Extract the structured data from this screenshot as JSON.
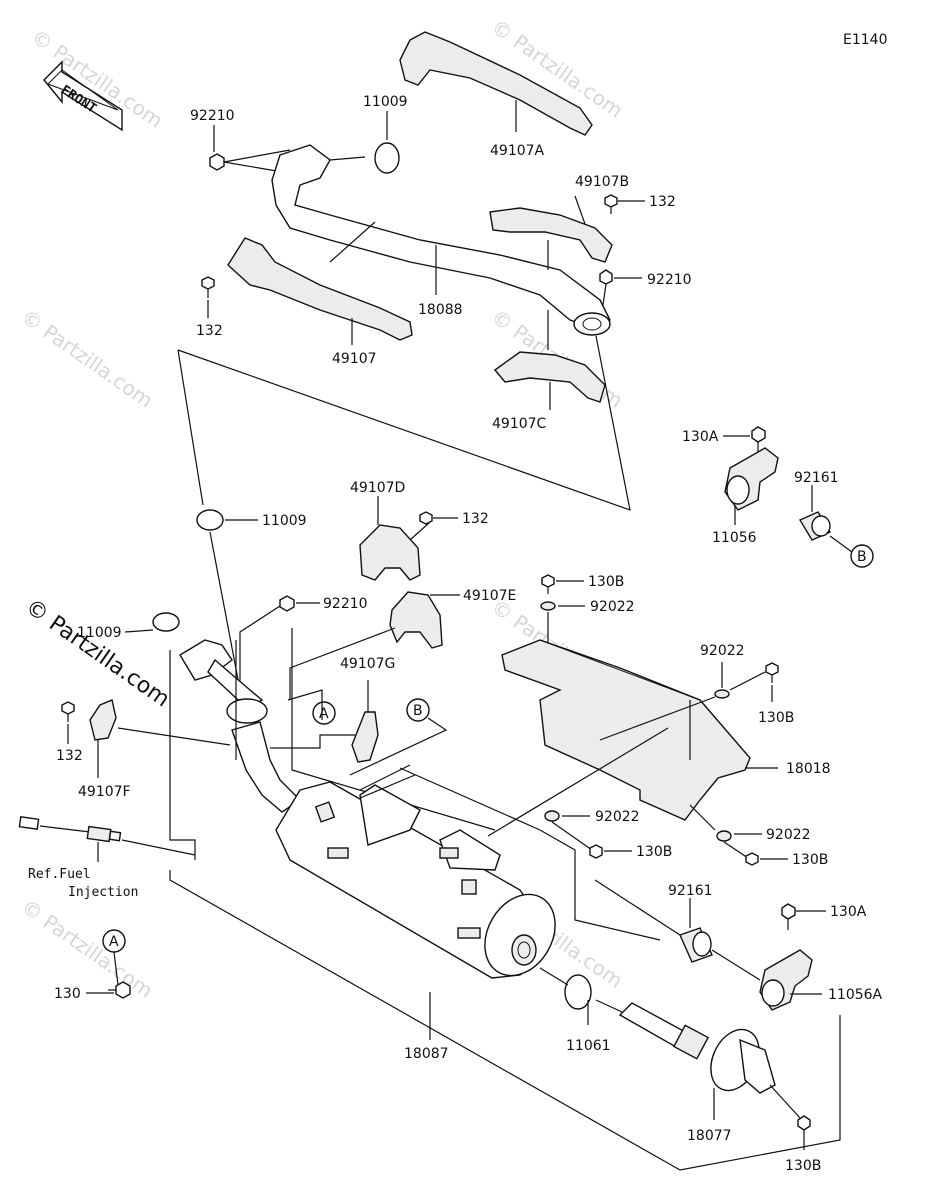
{
  "diagram_code": "E1140",
  "front_label": "FRONT",
  "watermark": "© Partzilla.com",
  "reference_note": {
    "line1": "Ref.Fuel",
    "line2": "Injection"
  },
  "part_labels": {
    "p49107A": "49107A",
    "p11009_top": "11009",
    "p92210_top": "92210",
    "p49107B": "49107B",
    "p132_b": "132",
    "p92210_mid": "92210",
    "p18088": "18088",
    "p132_left": "132",
    "p49107": "49107",
    "p49107C": "49107C",
    "p130A_top": "130A",
    "p92161_top": "92161",
    "p11056": "11056",
    "p49107D": "49107D",
    "p132_d": "132",
    "p11009_mid": "11009",
    "p92210_low": "92210",
    "p49107E": "49107E",
    "p130B_top": "130B",
    "p92022_top": "92022",
    "p11009_left": "11009",
    "p49107G": "49107G",
    "p92022_right": "92022",
    "p130B_right": "130B",
    "p132_f": "132",
    "p49107F": "49107F",
    "p18018": "18018",
    "p92022_lower": "92022",
    "p130B_lower": "130B",
    "p92022_lowright": "92022",
    "p130B_lowright": "130B",
    "p92161_low": "92161",
    "p130A_low": "130A",
    "p11056A": "11056A",
    "p130": "130",
    "p18087": "18087",
    "p11061": "11061",
    "p18077": "18077",
    "p130B_bottom": "130B"
  },
  "callouts": {
    "a1": "A",
    "a2": "A",
    "b1": "B",
    "b2": "B"
  }
}
